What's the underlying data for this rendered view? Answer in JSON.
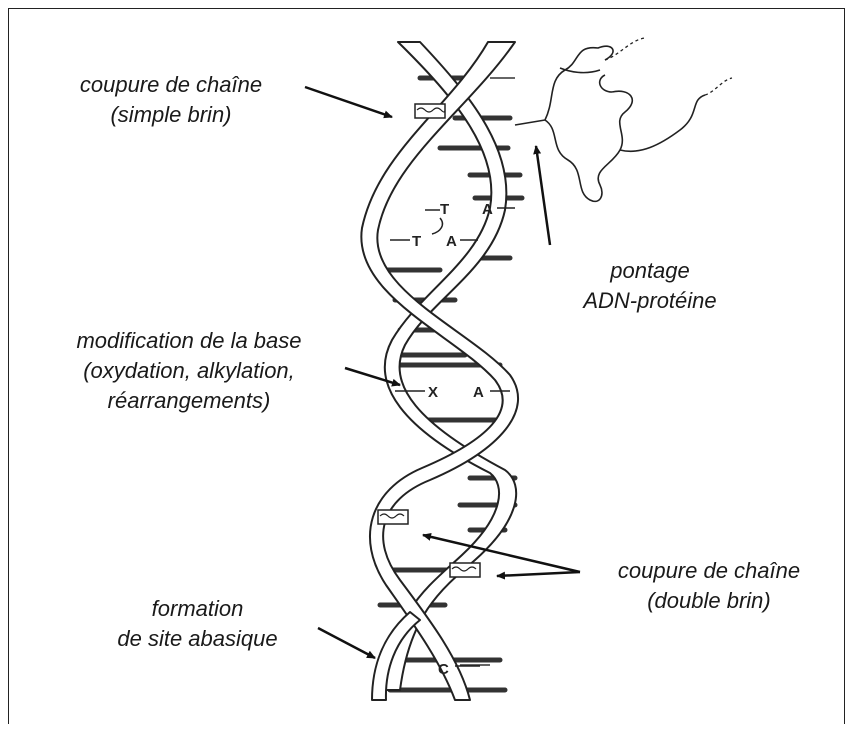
{
  "labels": {
    "single_break": [
      "coupure de chaîne",
      "(simple brin)"
    ],
    "crosslink": [
      "pontage",
      "ADN-protéine"
    ],
    "base_mod": [
      "modification de la base",
      "(oxydation, alkylation,",
      "réarrangements)"
    ],
    "double_break": [
      "coupure de chaîne",
      "(double brin)"
    ],
    "abasic": [
      "formation",
      "de site abasique"
    ]
  },
  "bases": {
    "t1": "T",
    "a1": "A",
    "t2": "T",
    "a2": "A",
    "x": "X",
    "a3": "A",
    "c": "C"
  }
}
